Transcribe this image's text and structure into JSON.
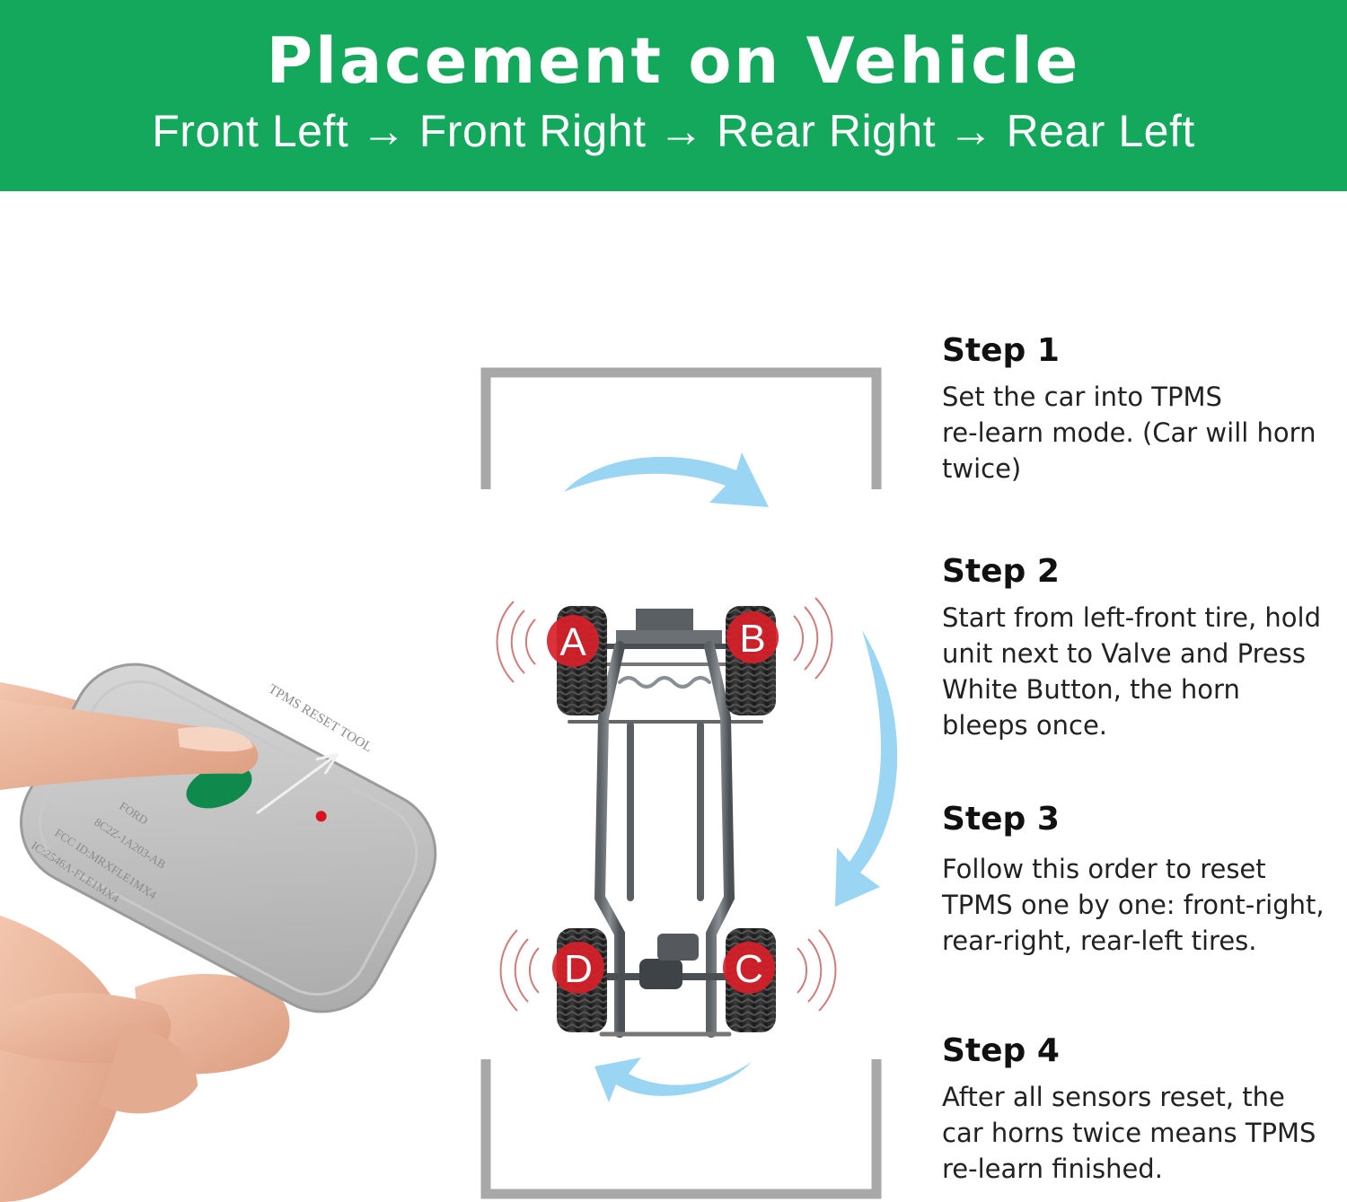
{
  "banner": {
    "title": "Placement on Vehicle",
    "sequence": [
      "Front Left",
      "Front Right",
      "Rear Right",
      "Rear Left"
    ],
    "arrow": "→",
    "color": "#13a85b"
  },
  "device": {
    "name_text": "TPMS RESET TOOL",
    "label_lines": [
      "FORD",
      "8C2Z-1A203-AB",
      "FCC ID:MRXFLE1MX4",
      "IC:2546A-FLE1MX4"
    ],
    "button_color": "#0f8a4c",
    "led_color": "#d8141e"
  },
  "wheels": [
    {
      "id": "A",
      "label": "A"
    },
    {
      "id": "B",
      "label": "B"
    },
    {
      "id": "C",
      "label": "C"
    },
    {
      "id": "D",
      "label": "D"
    }
  ],
  "colors": {
    "badge": "#d8202a",
    "flow_arrow": "#8fd0f2",
    "frame": "#a8a8a8"
  },
  "steps": [
    {
      "title": "Step 1",
      "lines": [
        "Set the car into TPMS",
        "re-learn mode. (Car will horn",
        "twice)"
      ]
    },
    {
      "title": "Step 2",
      "lines": [
        "Start from left-front tire, hold",
        "unit next to Valve and Press",
        "White Button, the horn",
        "bleeps once."
      ]
    },
    {
      "title": "Step 3",
      "lines": [
        "Follow this order to reset",
        "TPMS one by one: front-right,",
        "rear-right, rear-left tires."
      ]
    },
    {
      "title": "Step 4",
      "lines": [
        "After all sensors reset, the",
        "car horns twice means TPMS",
        "re-learn finished."
      ]
    }
  ]
}
